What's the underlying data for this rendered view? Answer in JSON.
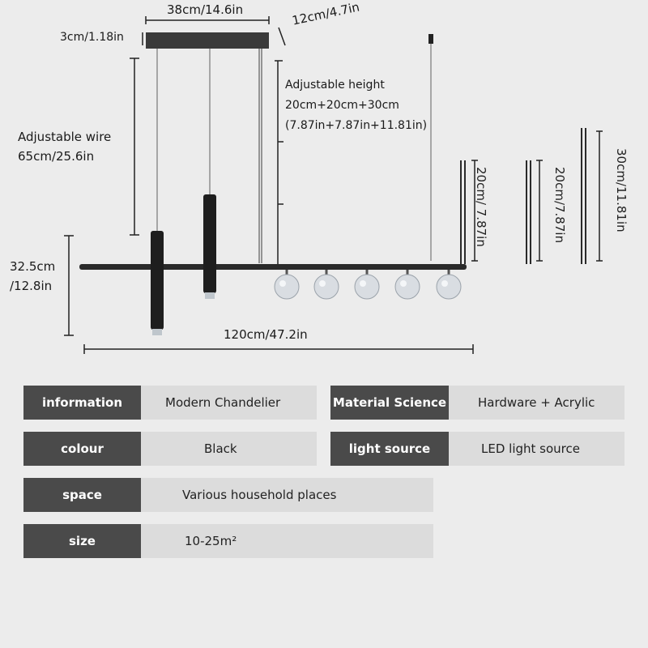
{
  "dimensions": {
    "canopy_width": "38cm/14.6in",
    "canopy_thickness": "3cm/1.18in",
    "canopy_depth": "12cm/4.7in",
    "adjustable_wire_line1": "Adjustable wire",
    "adjustable_wire_line2": "65cm/25.6in",
    "adjustable_height_line1": "Adjustable height",
    "adjustable_height_line2": "20cm+20cm+30cm",
    "adjustable_height_line3": "(7.87in+7.87in+11.81in)",
    "body_height_line1": "32.5cm",
    "body_height_line2": "/12.8in",
    "total_length": "120cm/47.2in",
    "rod_1": "20cm/ 7.87in",
    "rod_2": "20cm/7.87in",
    "rod_3": "30cm/11.81in"
  },
  "specs": {
    "information": {
      "key": "information",
      "value": "Modern Chandelier"
    },
    "material": {
      "key": "Material Science",
      "value": "Hardware + Acrylic"
    },
    "colour": {
      "key": "colour",
      "value": "Black"
    },
    "light_source": {
      "key": "light source",
      "value": "LED light source"
    },
    "space": {
      "key": "space",
      "value": "Various household places"
    },
    "size": {
      "key": "size",
      "value": "10-25m²"
    }
  },
  "colors": {
    "key_bg": "#4a4a4a",
    "value_bg": "#dcdcdc",
    "fixture": "#1e1e1e"
  }
}
